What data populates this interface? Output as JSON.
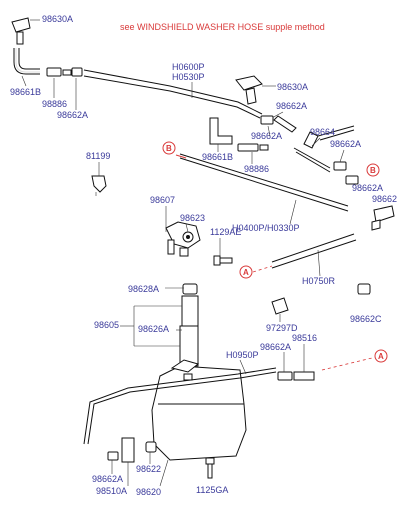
{
  "note": "see WINDSHIELD WASHER HOSE supple method",
  "labels": {
    "l98630a_top": "98630A",
    "l98661b_left": "98661B",
    "l98886_left": "98886",
    "l98662a_left": "98662A",
    "lh0600p": "H0600P",
    "lh0530p": "H0530P",
    "l98630a_mid": "98630A",
    "l98662a_mid": "98662A",
    "l98662a_r1": "98662A",
    "l98664": "98664",
    "l98662a_r2": "98662A",
    "l98661b_mid": "98661B",
    "l98886_mid": "98886",
    "l98662a_r3": "98662A",
    "l98662_r": "98662",
    "l81199": "81199",
    "l98607": "98607",
    "l98623": "98623",
    "l1129ae": "1129AE",
    "lh0400p": "H0400P/H0330P",
    "lh0750r": "H0750R",
    "l98628a": "98628A",
    "l98605": "98605",
    "l98626a": "98626A",
    "l97297d": "97297D",
    "l98662c": "98662C",
    "lh0950p": "H0950P",
    "l98662a_low": "98662A",
    "l98516": "98516",
    "l98662a_bl": "98662A",
    "l98510a": "98510A",
    "l98622": "98622",
    "l98620": "98620",
    "l1125ga": "1125GA"
  },
  "refs": {
    "b1": "B",
    "b2": "B",
    "a1": "A",
    "a2": "A"
  },
  "colors": {
    "label": "#3a3a9a",
    "accent": "#d93a3a",
    "line": "#111111"
  }
}
